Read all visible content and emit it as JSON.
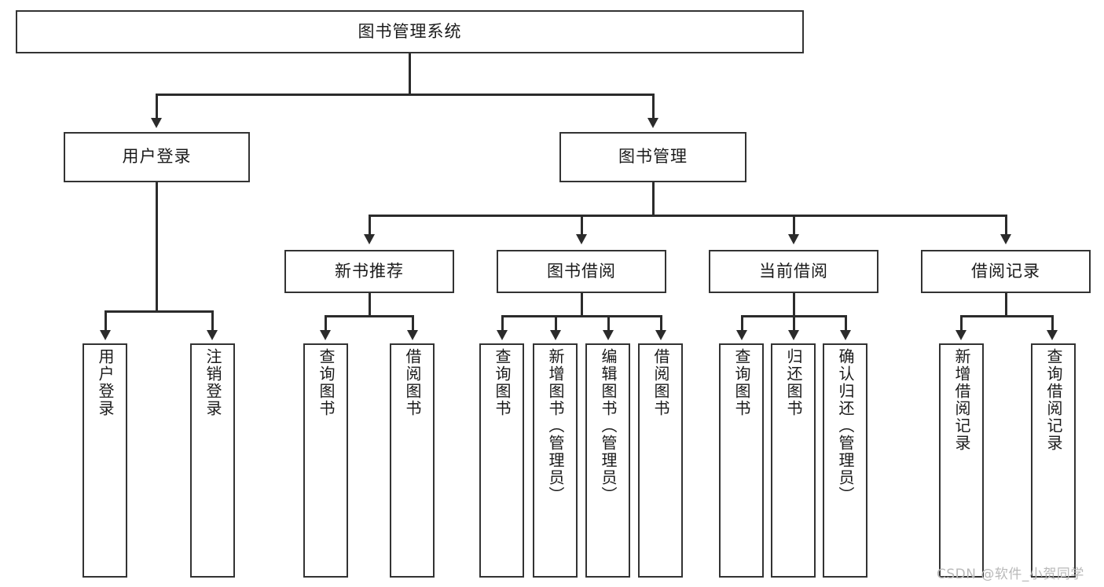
{
  "diagram": {
    "title": "图书管理系统",
    "root": {
      "label": "图书管理系统"
    },
    "level1": [
      {
        "label": "用户登录"
      },
      {
        "label": "图书管理"
      }
    ],
    "level2": [
      {
        "label": "新书推荐"
      },
      {
        "label": "图书借阅"
      },
      {
        "label": "当前借阅"
      },
      {
        "label": "借阅记录"
      }
    ],
    "leaves": {
      "user_login": [
        {
          "label": "用户登录"
        },
        {
          "label": "注销登录"
        }
      ],
      "new_book_recommend": [
        {
          "label": "查询图书"
        },
        {
          "label": "借阅图书"
        }
      ],
      "book_borrow": [
        {
          "label": "查询图书"
        },
        {
          "label": "新增图书（管理员）"
        },
        {
          "label": "编辑图书（管理员）"
        },
        {
          "label": "借阅图书"
        }
      ],
      "current_borrow": [
        {
          "label": "查询图书"
        },
        {
          "label": "归还图书"
        },
        {
          "label": "确认归还（管理员）"
        }
      ],
      "borrow_record": [
        {
          "label": "新增借阅记录"
        },
        {
          "label": "查询借阅记录"
        }
      ]
    }
  },
  "watermark": {
    "text": "CSDN @软件_小贺同学"
  },
  "colors": {
    "box_border": "#333333",
    "line": "#2b2b2b",
    "text": "#1a1a1a",
    "background": "#ffffff",
    "watermark": "#b9b9b9"
  }
}
